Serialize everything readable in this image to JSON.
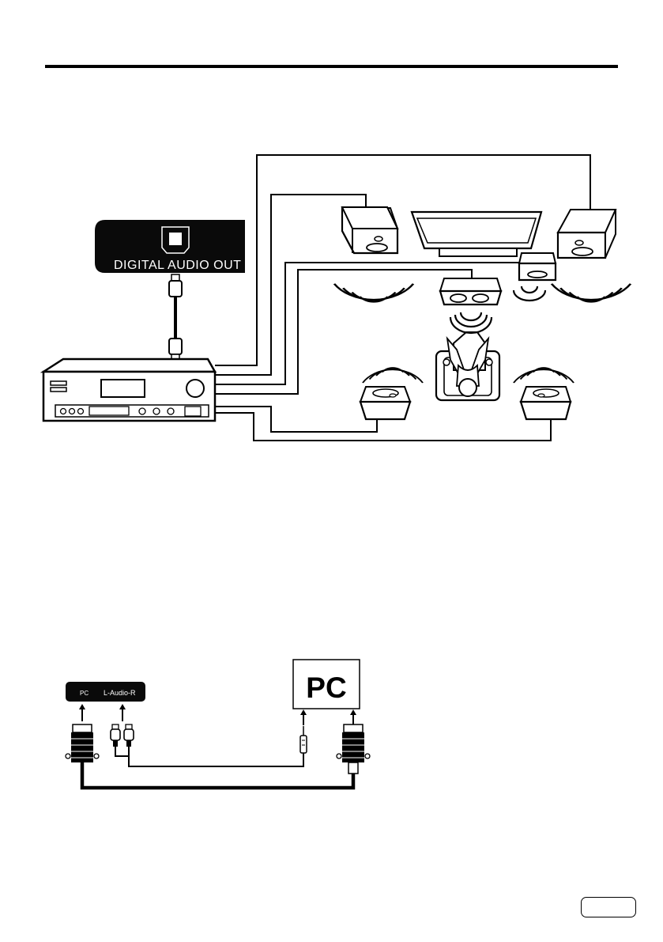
{
  "digital_panel": {
    "label": "DIGITAL AUDIO OUT"
  },
  "pc_panel": {
    "pc_label": "PC",
    "audio_label": "L-Audio-R"
  },
  "pc_box": {
    "label": "PC"
  },
  "colors": {
    "ink": "#000000",
    "paper": "#ffffff",
    "panel": "#0a0a0a"
  }
}
